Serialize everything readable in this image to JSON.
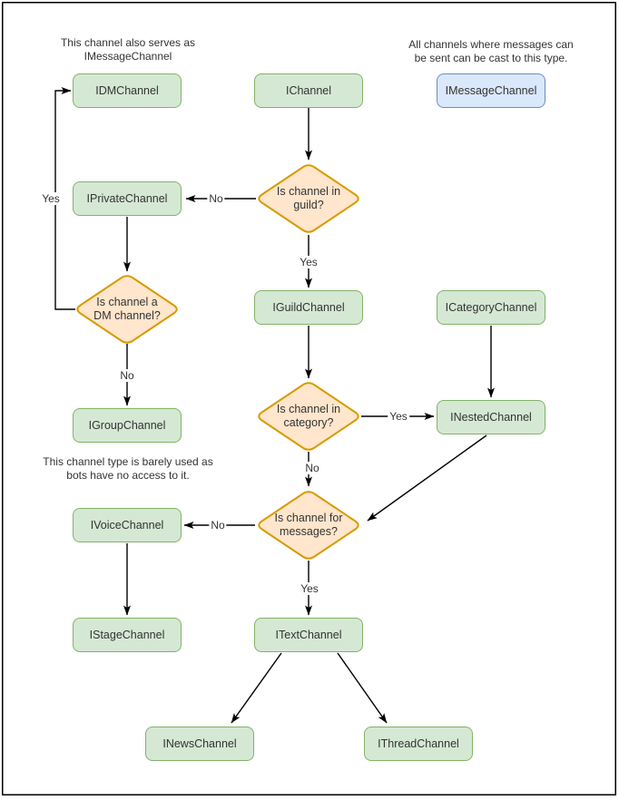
{
  "notes": {
    "dm_serves": {
      "line1": "This channel also serves as",
      "line2": "IMessageChannel"
    },
    "message_cast": {
      "line1": "All channels where messages can",
      "line2": "be sent can be cast to this type."
    },
    "group_usage": {
      "line1": "This channel type is barely used as",
      "line2": "bots have no access to it."
    }
  },
  "nodes": {
    "idmchannel": "IDMChannel",
    "ichannel": "IChannel",
    "imessagechannel": "IMessageChannel",
    "iprivatechannel": "IPrivateChannel",
    "iguildchannel": "IGuildChannel",
    "icategorychannel": "ICategoryChannel",
    "igroupchannel": "IGroupChannel",
    "inestedchannel": "INestedChannel",
    "ivoicechannel": "IVoiceChannel",
    "istagechannel": "IStageChannel",
    "itextchannel": "ITextChannel",
    "inewschannel": "INewsChannel",
    "ithreadchannel": "IThreadChannel"
  },
  "decisions": {
    "in_guild": {
      "line1": "Is channel in",
      "line2": "guild?"
    },
    "is_dm": {
      "line1": "Is channel a",
      "line2": "DM channel?"
    },
    "in_category": {
      "line1": "Is channel in",
      "line2": "category?"
    },
    "for_messages": {
      "line1": "Is channel for",
      "line2": "messages?"
    }
  },
  "edge_labels": {
    "dm_yes": "Yes",
    "guild_no": "No",
    "guild_yes": "Yes",
    "dm_no": "No",
    "category_yes": "Yes",
    "category_no": "No",
    "messages_no": "No",
    "messages_yes": "Yes"
  },
  "colors": {
    "node_fill": "#d5e8d4",
    "node_stroke": "#82b366",
    "decision_fill": "#ffe6cc",
    "decision_stroke": "#d79b00",
    "message_node_fill": "#dae8fc",
    "message_node_stroke": "#6c8ebf",
    "edge": "#000000"
  }
}
